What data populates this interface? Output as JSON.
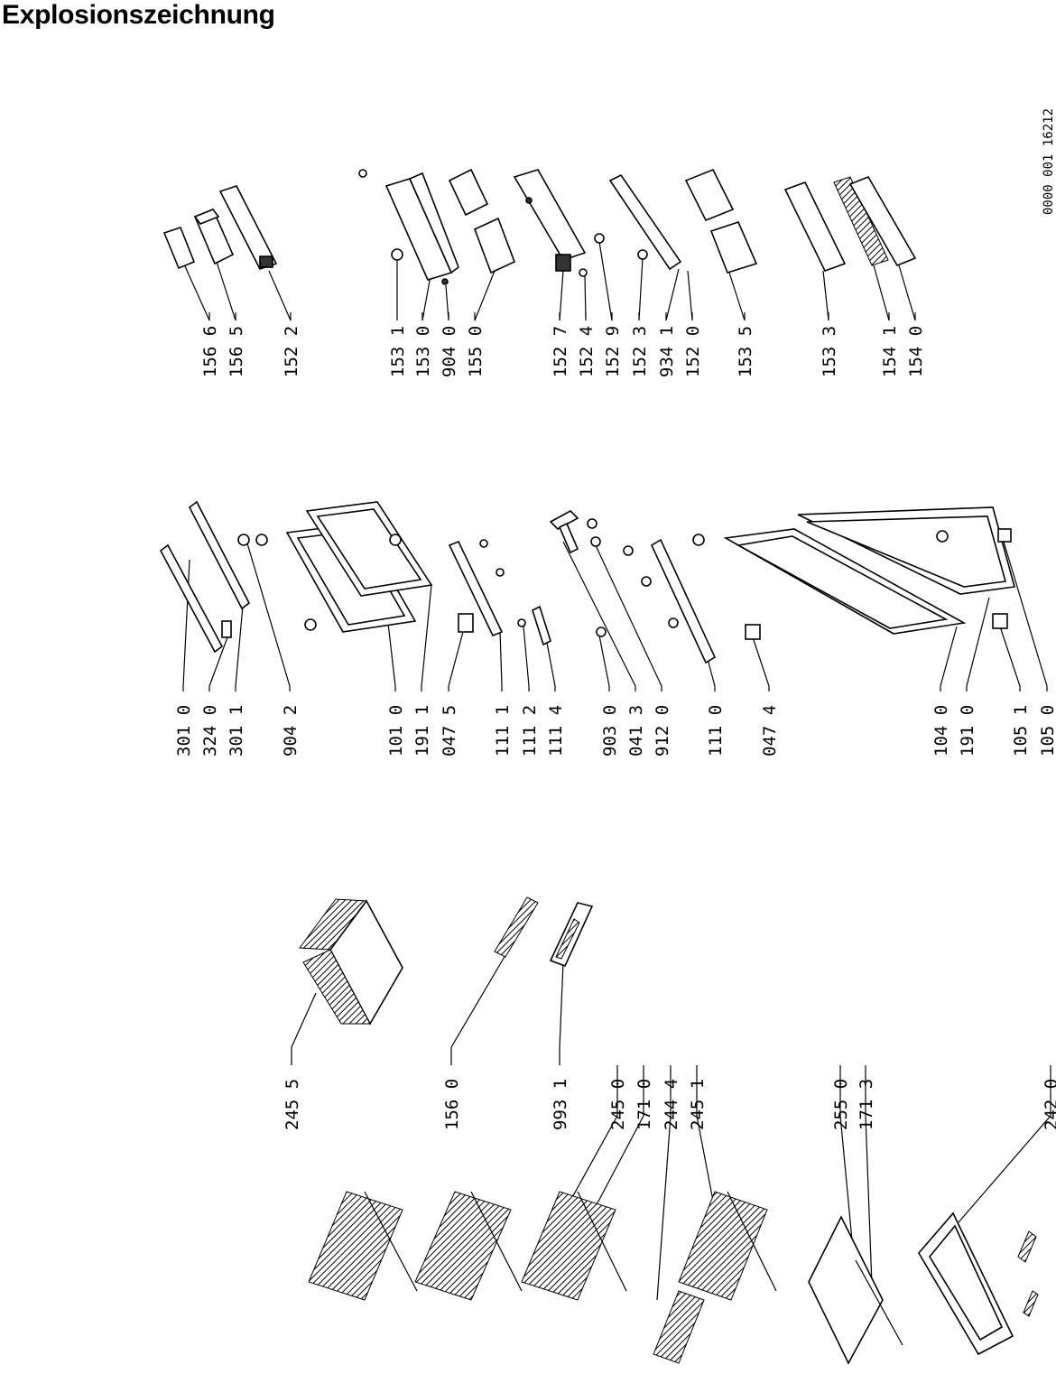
{
  "title": "Explosionszeichnung",
  "drawing_ref": "0000 001  16212",
  "part_labels": [
    "156 6",
    "156 5",
    "152 2",
    "153 1",
    "153 0",
    "904 0",
    "155 0",
    "152 7",
    "152 4",
    "152 9",
    "152 3",
    "934 1",
    "152 0",
    "153 5",
    "153 3",
    "154 1",
    "154 0",
    "301 0",
    "324 0",
    "301 1",
    "904 2",
    "101 0",
    "191 1",
    "047 5",
    "111 1",
    "111 2",
    "111 4",
    "903 0",
    "041 3",
    "912 0",
    "111 0",
    "047 4",
    "104 0",
    "191 0",
    "105 1",
    "105 0",
    "245 5",
    "156 0",
    "993 1",
    "245 0",
    "171 0",
    "244 4",
    "245 1",
    "255 0",
    "171 3",
    "242 0"
  ]
}
